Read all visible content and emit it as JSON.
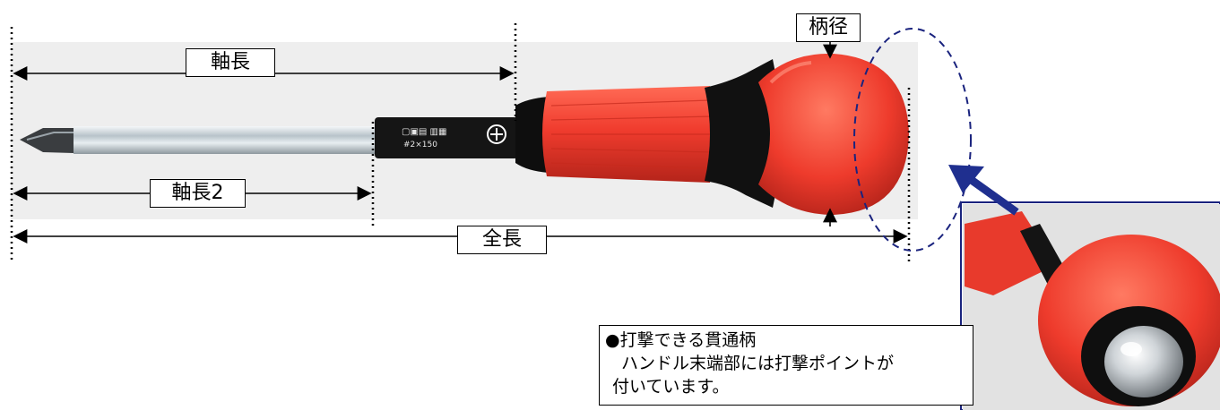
{
  "labels": {
    "shaft_length": "軸長",
    "shaft_length_2": "軸長2",
    "total_length": "全長",
    "handle_diameter": "柄径"
  },
  "note": {
    "heading": "●打撃できる貫通柄",
    "line1": "ハンドル末端部には打撃ポイントが",
    "line2": "付いています。"
  },
  "colors": {
    "handle": "#f03c2e",
    "handle_dark": "#c92a1e",
    "black_parts": "#111111",
    "shaft": "#c9d2d8",
    "callout_ellipse": "#1a237e",
    "arrow": "#1f2f8f",
    "inset_border": "#1a237e"
  }
}
